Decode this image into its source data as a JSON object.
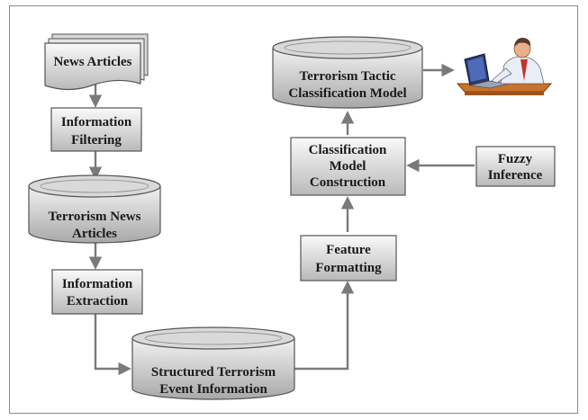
{
  "nodes": {
    "news_articles": {
      "lines": [
        "News Articles"
      ]
    },
    "information_filtering": {
      "lines": [
        "Information",
        "Filtering"
      ]
    },
    "terrorism_news_articles": {
      "lines": [
        "Terrorism News",
        "Articles"
      ]
    },
    "information_extraction": {
      "lines": [
        "Information",
        "Extraction"
      ]
    },
    "structured_event_info": {
      "lines": [
        "Structured Terrorism",
        "Event Information"
      ]
    },
    "feature_formatting": {
      "lines": [
        "Feature",
        "Formatting"
      ]
    },
    "classification_model_construction": {
      "lines": [
        "Classification",
        "Model",
        "Construction"
      ]
    },
    "fuzzy_inference": {
      "lines": [
        "Fuzzy",
        "Inference"
      ]
    },
    "tactic_classification_model": {
      "lines": [
        "Terrorism Tactic",
        "Classification Model"
      ]
    }
  },
  "colors": {
    "box_fill_top": "#ffffff",
    "box_fill_bottom": "#b8b8b8",
    "arrow": "#7a7a7a",
    "border": "#555555"
  },
  "icons": {
    "user": "person-at-laptop-icon"
  }
}
